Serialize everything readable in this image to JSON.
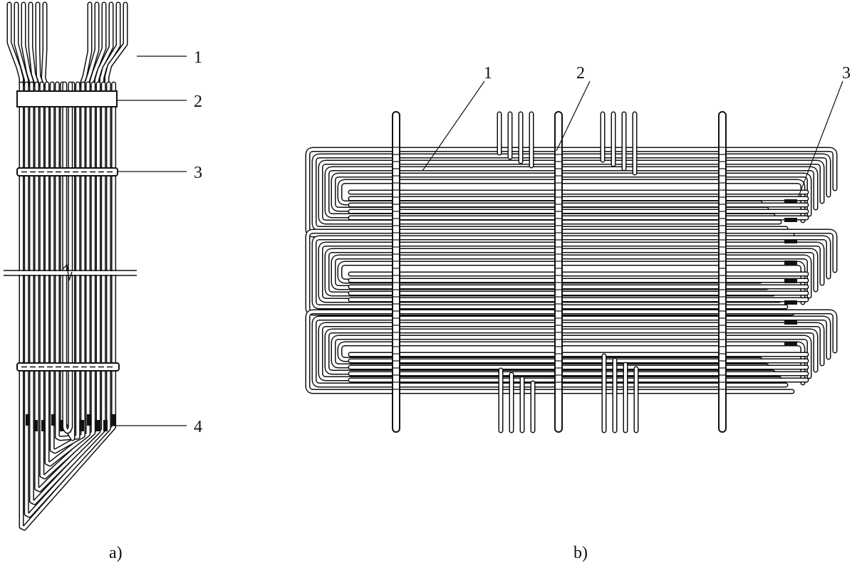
{
  "figure": {
    "panel_a": {
      "caption": "a)",
      "callouts": [
        {
          "label": "1",
          "part": "tube-ends"
        },
        {
          "label": "2",
          "part": "top-band"
        },
        {
          "label": "3",
          "part": "spacer-clamp"
        },
        {
          "label": "4",
          "part": "black-clamps"
        }
      ]
    },
    "panel_b": {
      "caption": "b)",
      "callouts": [
        {
          "label": "1",
          "part": "serpentine-tube"
        },
        {
          "label": "2",
          "part": "vertical-support"
        },
        {
          "label": "3",
          "part": "black-clamps"
        }
      ]
    }
  },
  "colors": {
    "line": "#111111",
    "background": "#ffffff"
  }
}
